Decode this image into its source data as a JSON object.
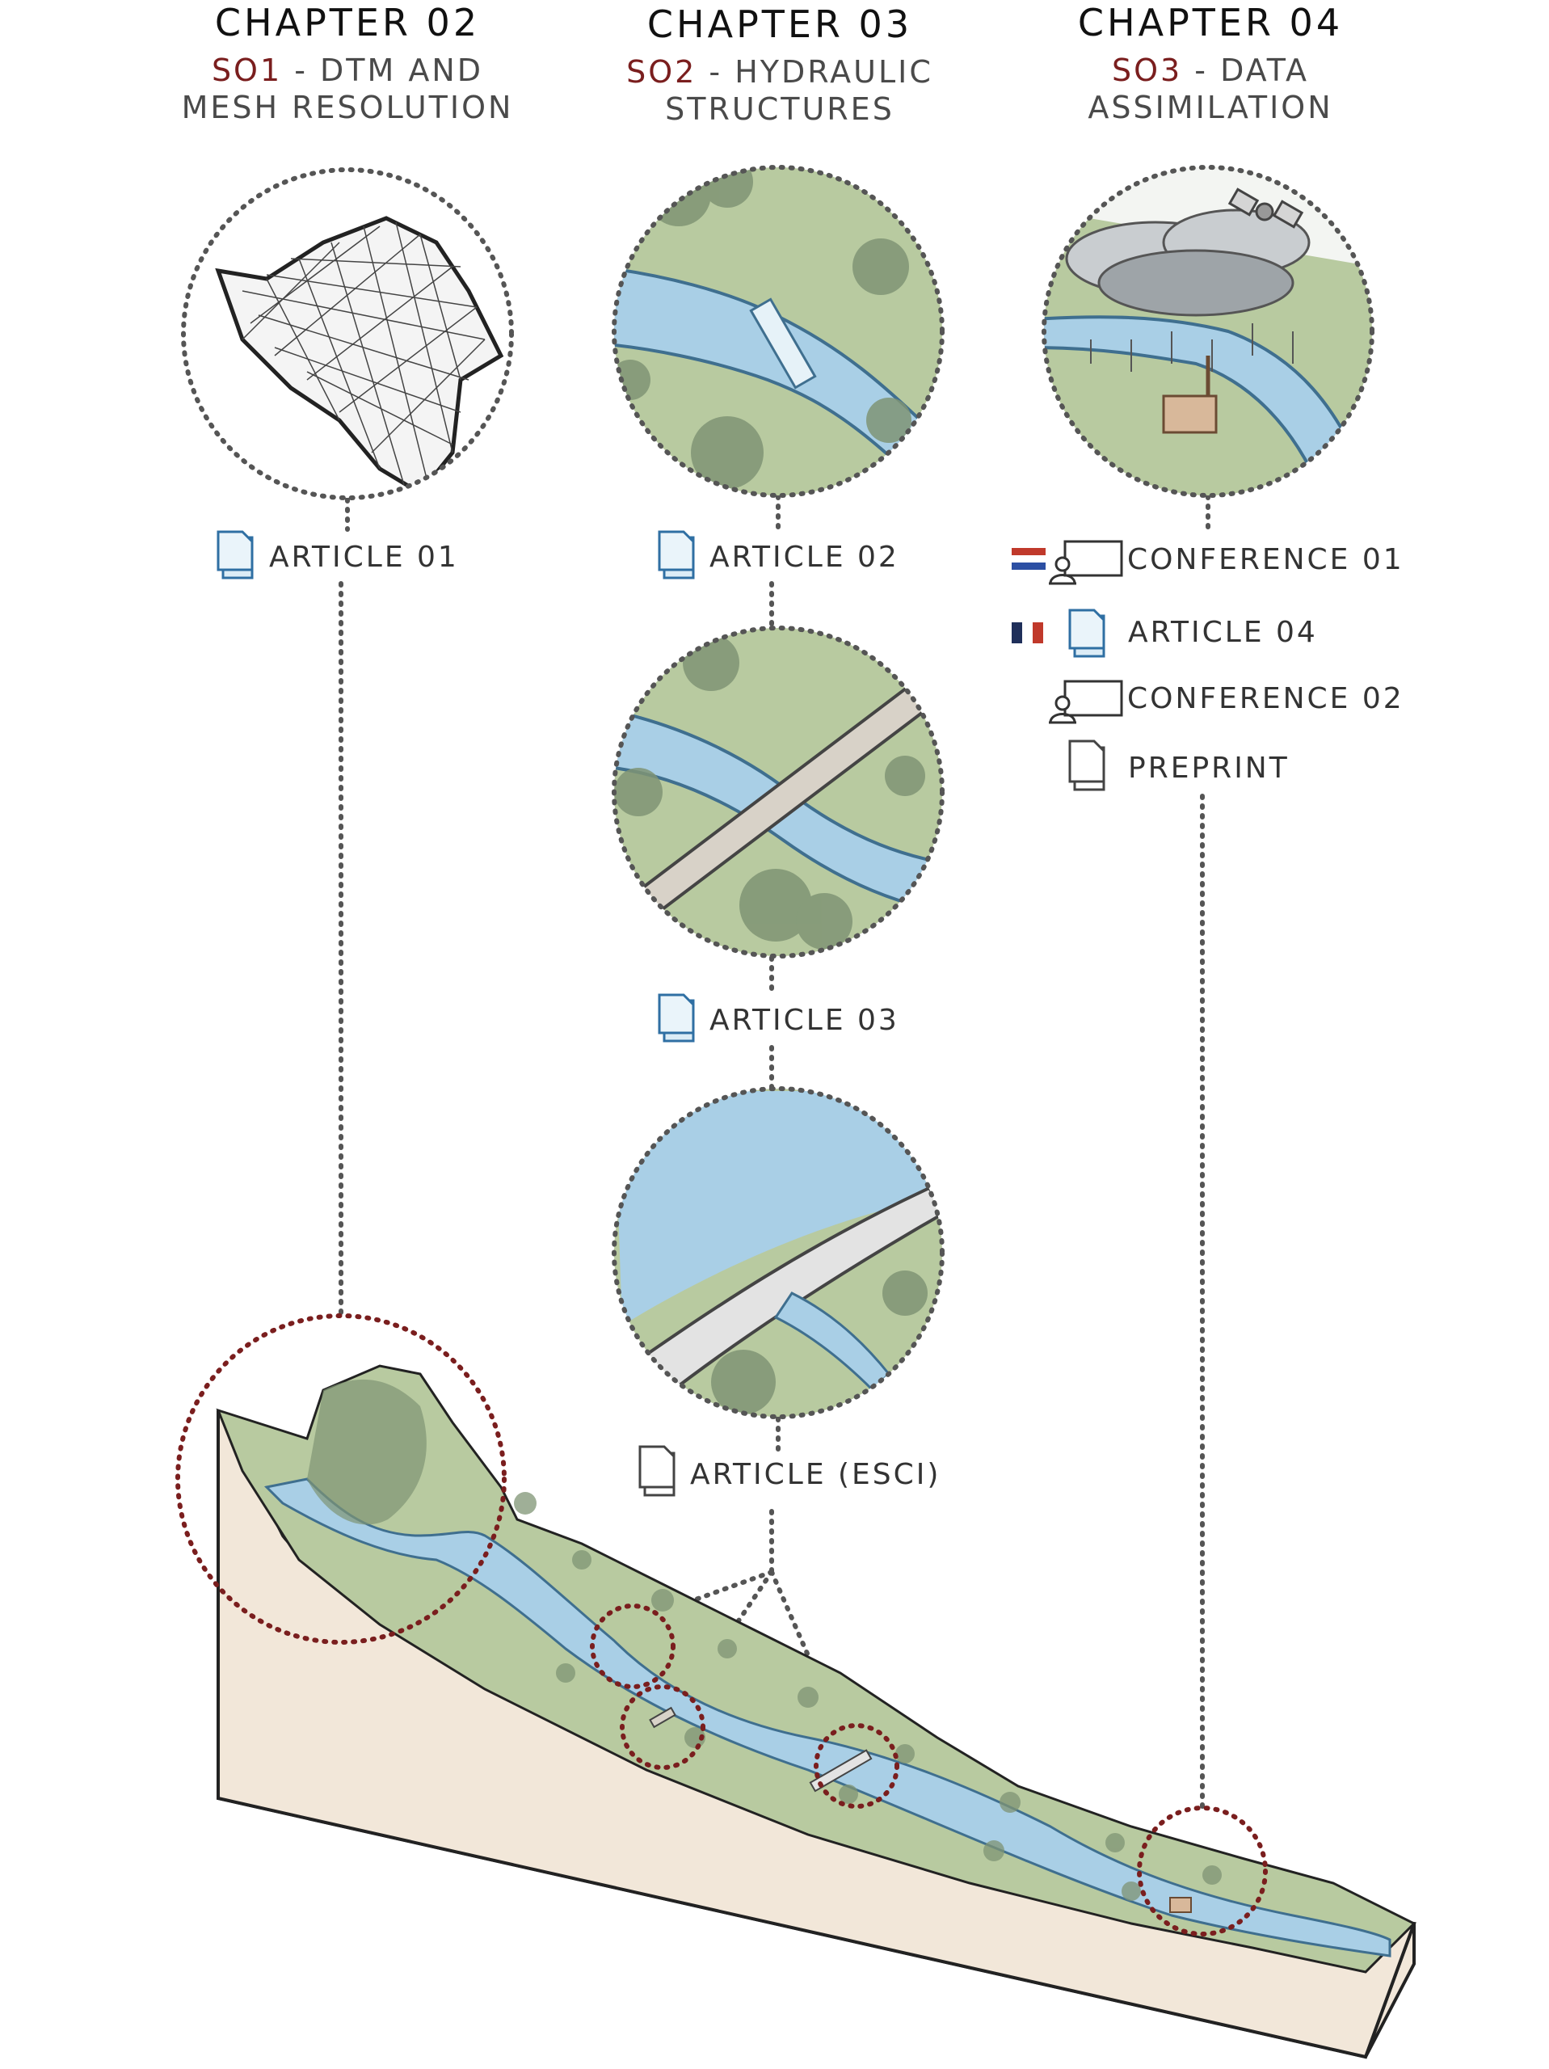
{
  "columns": [
    {
      "chapter": "CHAPTER 02",
      "so": "SO1",
      "sep": " - ",
      "line1": "DTM AND",
      "line2": "MESH RESOLUTION"
    },
    {
      "chapter": "CHAPTER 03",
      "so": "SO2",
      "sep": " - ",
      "line1": "HYDRAULIC",
      "line2": "STRUCTURES"
    },
    {
      "chapter": "CHAPTER 04",
      "so": "SO3",
      "sep": " - ",
      "line1": "DATA",
      "line2": "ASSIMILATION"
    }
  ],
  "outputs": {
    "article01": "ARTICLE 01",
    "article02": "ARTICLE 02",
    "article03": "ARTICLE 03",
    "article_esci": "ARTICLE (ESCI)",
    "conference01": "CONFERENCE 01",
    "article04": "ARTICLE 04",
    "conference02": "CONFERENCE 02",
    "preprint": "PREPRINT"
  },
  "icons": {
    "article": "article-document-icon",
    "preprint": "preprint-document-icon",
    "conference": "conference-presentation-icon",
    "flag_nl": "netherlands-flag-icon",
    "flag_fr": "france-flag-icon"
  },
  "colors": {
    "accent_red": "#7a1e1e",
    "water": "#a9cfe6",
    "vegetation": "#b8caa0",
    "terrain": "#f2e7d9",
    "article_blue": "#2f6fa3",
    "dotted_line": "#555555"
  }
}
